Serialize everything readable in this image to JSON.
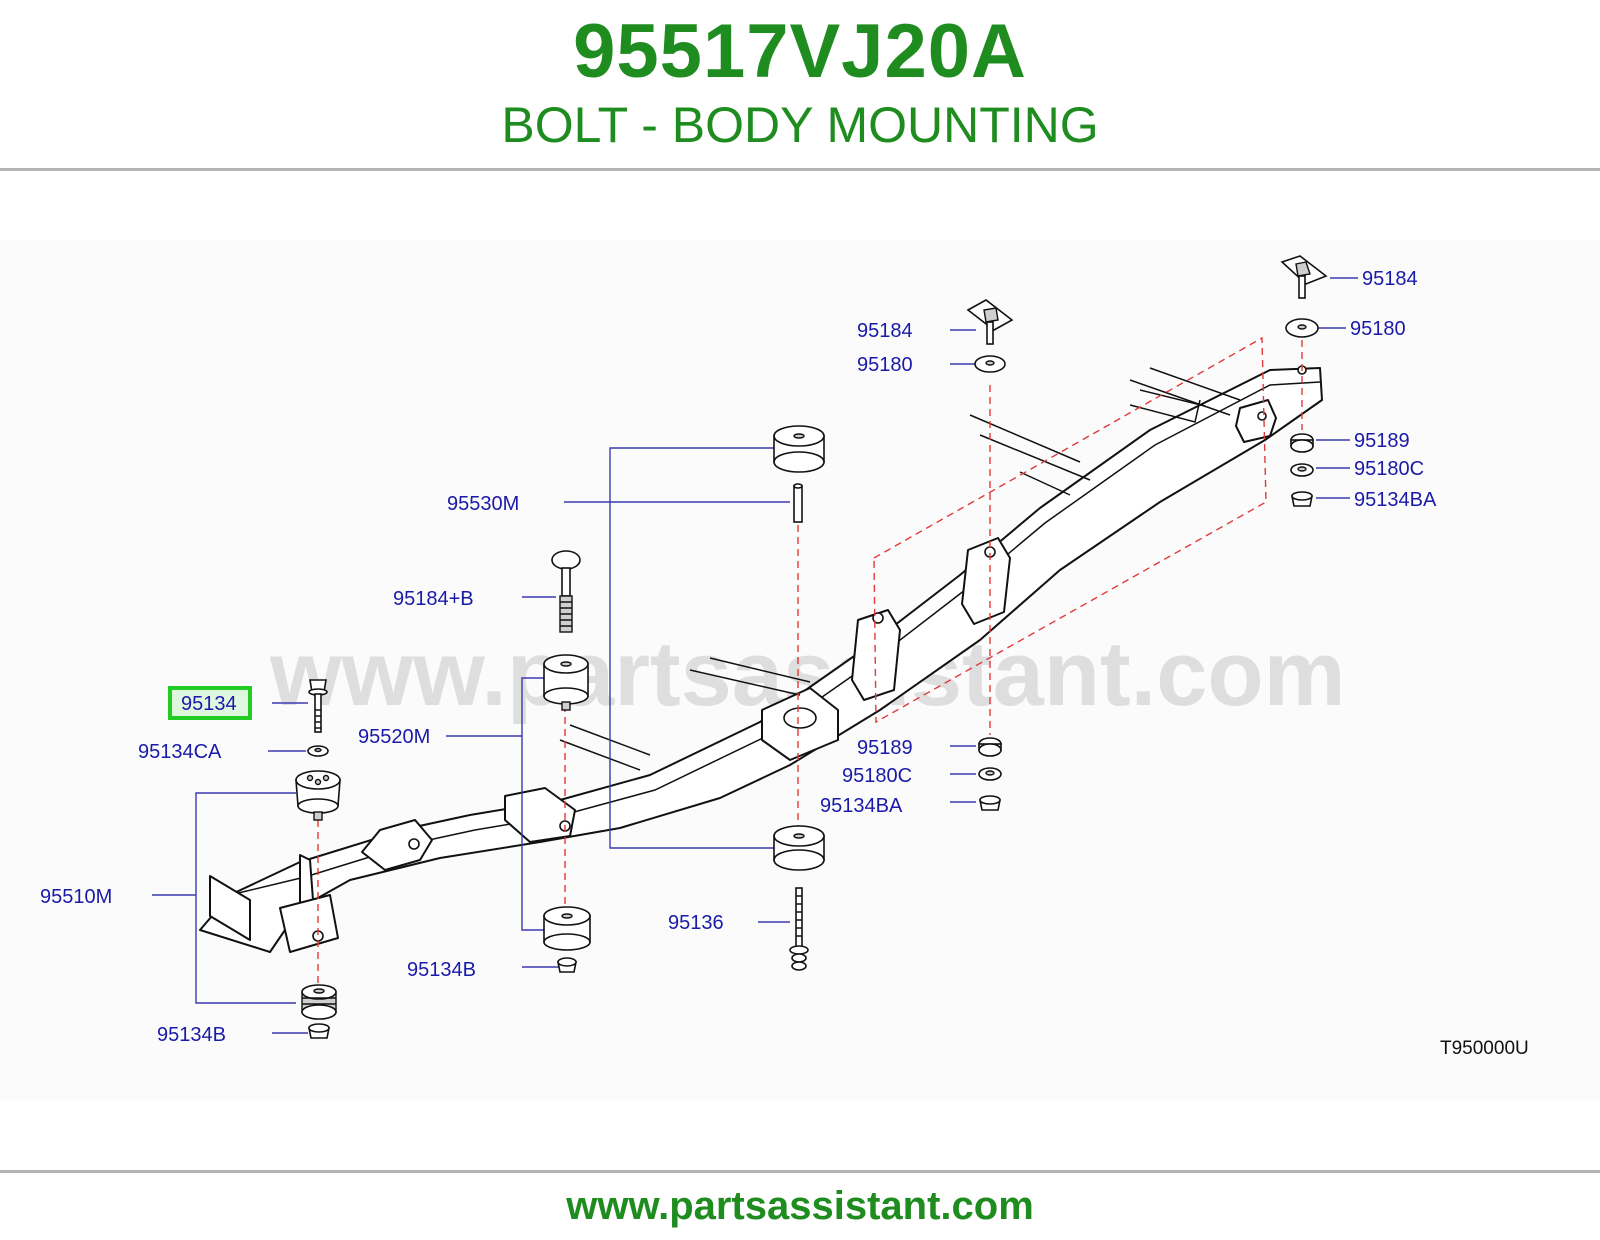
{
  "header": {
    "part_number": "95517VJ20A",
    "part_name": "BOLT - BODY MOUNTING"
  },
  "diagram": {
    "callouts": {
      "c95184_right": "95184",
      "c95180_right": "95180",
      "c95184_mid": "95184",
      "c95180_mid": "95180",
      "c95189_right": "95189",
      "c95180c_right": "95180C",
      "c95134ba_right": "95134BA",
      "c95530m": "95530M",
      "c95184b": "95184+B",
      "c95134_highlight": "95134",
      "c95134ca": "95134CA",
      "c95520m": "95520M",
      "c95189_mid": "95189",
      "c95180c_mid": "95180C",
      "c95134ba_mid": "95134BA",
      "c95510m": "95510M",
      "c95136": "95136",
      "c95134b_mid": "95134B",
      "c95134b_left": "95134B"
    },
    "highlighted_part": "95134",
    "highlight_color": "#22cc22",
    "callout_color": "#1a1aa8",
    "watermark": "www.partsassistant.com",
    "drawing_code": "T950000U"
  },
  "footer": {
    "url": "www.partsassistant.com"
  }
}
